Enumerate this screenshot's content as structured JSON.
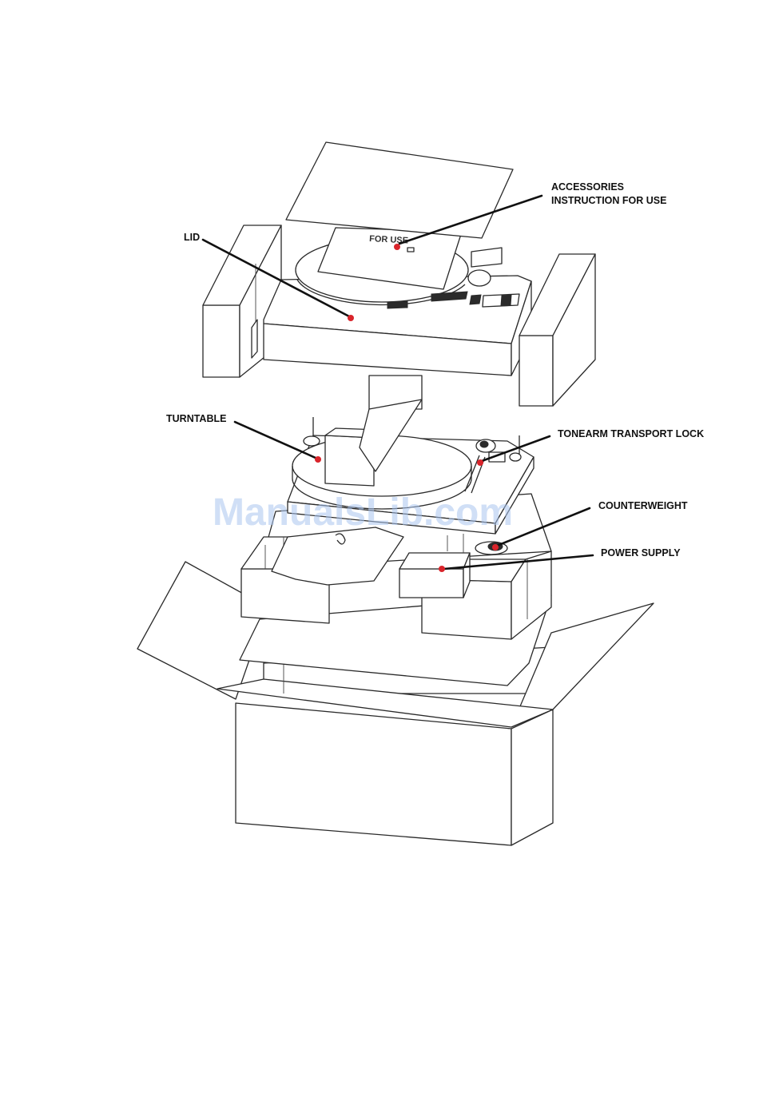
{
  "labels": {
    "accessories": "ACCESSORIES",
    "instruction": "INSTRUCTION FOR USE",
    "lid": "LID",
    "turntable": "TURNTABLE",
    "tonearm_lock": "TONEARM TRANSPORT LOCK",
    "counterweight": "COUNTERWEIGHT",
    "power_supply": "POWER SUPPLY"
  },
  "manual_cover_text": "FOR USE",
  "watermark": "ManualsLib.com",
  "colors": {
    "marker": "#d9242b",
    "line": "#2a2a2a",
    "watermark": "#a9c4ee"
  }
}
